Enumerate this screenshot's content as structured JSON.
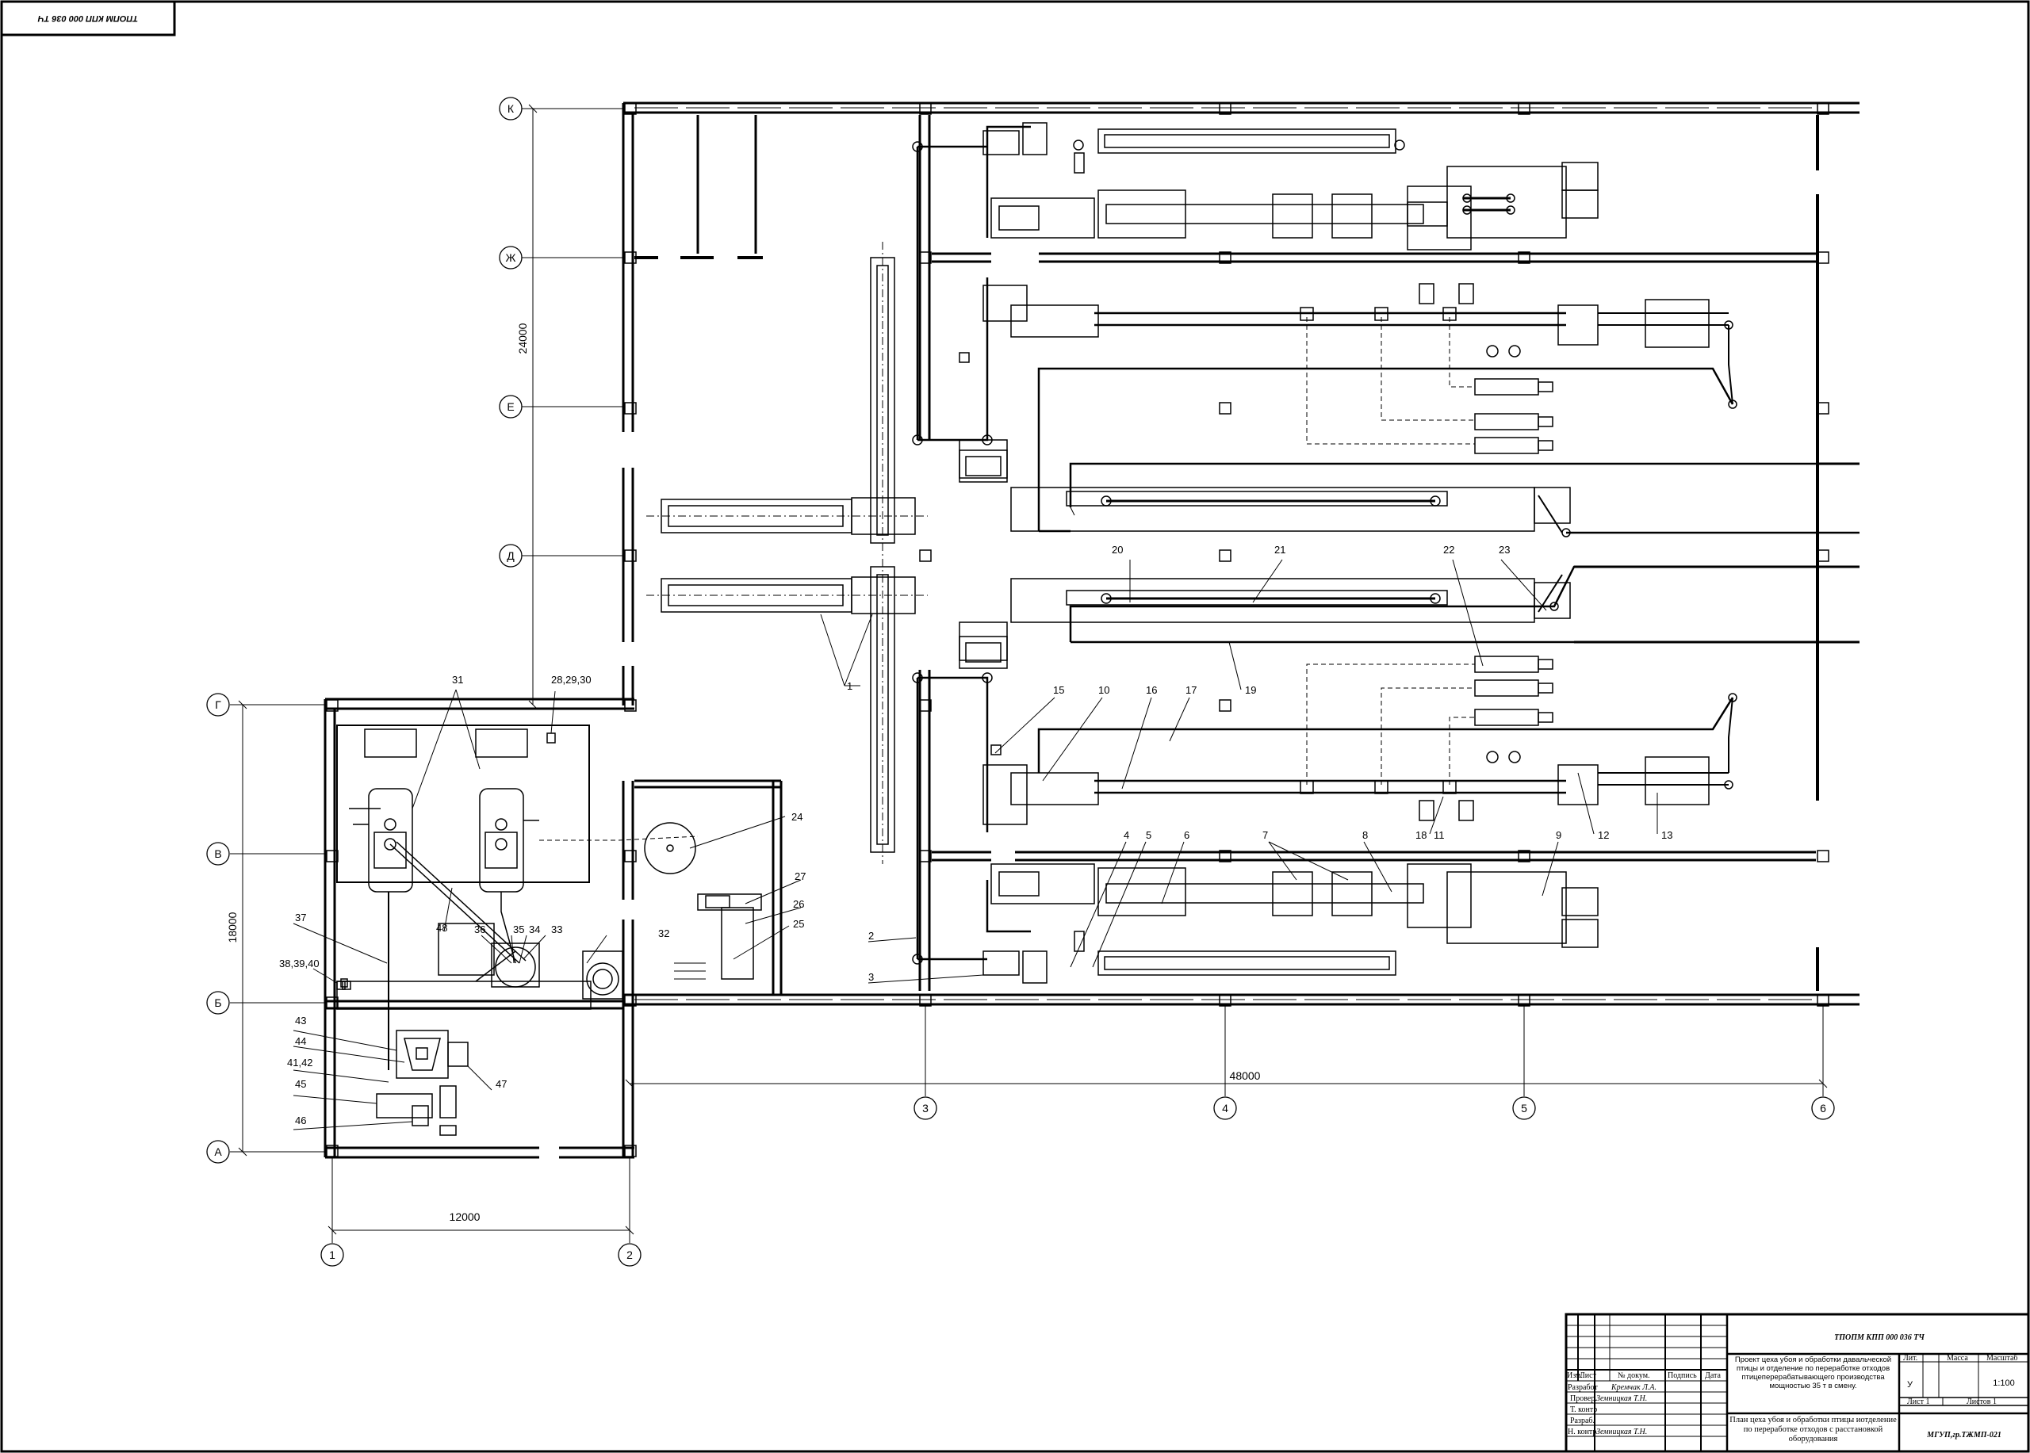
{
  "stamp_top": "ТПОПМ КПП 000 036 ТЧ",
  "axes": {
    "letters": [
      "К",
      "Ж",
      "Е",
      "Д",
      "Г",
      "В",
      "Б",
      "А"
    ],
    "numbers": [
      "1",
      "2",
      "3",
      "4",
      "5",
      "6"
    ]
  },
  "dimensions": {
    "height_main": "24000",
    "height_left": "18000",
    "width_main": "48000",
    "width_left": "12000"
  },
  "callouts": [
    "1",
    "2",
    "3",
    "4",
    "5",
    "6",
    "7",
    "8",
    "9",
    "10",
    "11",
    "12",
    "13",
    "15",
    "16",
    "17",
    "18",
    "19",
    "20",
    "21",
    "22",
    "23",
    "24",
    "25",
    "26",
    "27",
    "28,29,30",
    "31",
    "32",
    "33",
    "34",
    "35",
    "36",
    "37",
    "38,39,40",
    "41,42",
    "43",
    "44",
    "45",
    "46",
    "47",
    "48"
  ],
  "title_block": {
    "doc_code": "ТПОПМ КПП 000 036 ТЧ",
    "project_title": "Проект цеха убоя и обработки давальческой птицы и отделение по переработке отходов птицеперерабатывающего производства мощностью 35 т в смену.",
    "sheet_title": "План цеха убоя и обработки птицы иотделение по переработке отходов с расстановкой оборудования",
    "organization": "МГУП,гр.ТЖМП-021",
    "col_headers": [
      "Изм.",
      "Лист",
      "№ докум.",
      "Подпись",
      "Дата"
    ],
    "rows": [
      {
        "role": "Разработ",
        "name": "Кремчак Л.А."
      },
      {
        "role": "Провер.",
        "name": "Земницкая Т.Н."
      },
      {
        "role": "Т. контр",
        "name": ""
      },
      {
        "role": "Разраб.",
        "name": ""
      },
      {
        "role": "Н. контр",
        "name": "Земницкая Т.Н."
      }
    ],
    "lit_label": "Лит.",
    "lit_value": "У",
    "mass_label": "Масса",
    "scale_label": "Масштаб",
    "scale": "1:100",
    "sheet_label": "Лист 1",
    "sheets_label": "Листов 1"
  }
}
